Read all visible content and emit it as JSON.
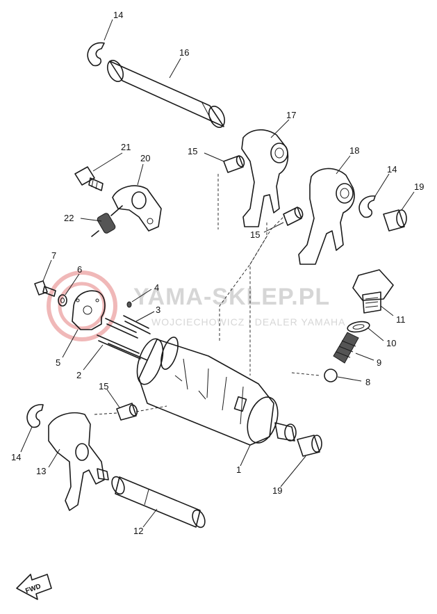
{
  "watermark": {
    "title": "YAMA-SKLEP.PL",
    "subtitle": "WOJCIECHOWICZ | DEALER YAMAHA",
    "color": "#f0b8b8"
  },
  "fwd_label": "FWD",
  "callouts": [
    {
      "id": "c14a",
      "label": "14"
    },
    {
      "id": "c16",
      "label": "16"
    },
    {
      "id": "c17",
      "label": "17"
    },
    {
      "id": "c21",
      "label": "21"
    },
    {
      "id": "c20",
      "label": "20"
    },
    {
      "id": "c15a",
      "label": "15"
    },
    {
      "id": "c18",
      "label": "18"
    },
    {
      "id": "c14b",
      "label": "14"
    },
    {
      "id": "c19a",
      "label": "19"
    },
    {
      "id": "c22",
      "label": "22"
    },
    {
      "id": "c15b",
      "label": "15"
    },
    {
      "id": "c7",
      "label": "7"
    },
    {
      "id": "c6",
      "label": "6"
    },
    {
      "id": "c4",
      "label": "4"
    },
    {
      "id": "c3",
      "label": "3"
    },
    {
      "id": "c11",
      "label": "11"
    },
    {
      "id": "c10",
      "label": "10"
    },
    {
      "id": "c5",
      "label": "5"
    },
    {
      "id": "c2",
      "label": "2"
    },
    {
      "id": "c9",
      "label": "9"
    },
    {
      "id": "c8",
      "label": "8"
    },
    {
      "id": "c15c",
      "label": "15"
    },
    {
      "id": "c14c",
      "label": "14"
    },
    {
      "id": "c13",
      "label": "13"
    },
    {
      "id": "c1",
      "label": "1"
    },
    {
      "id": "c19b",
      "label": "19"
    },
    {
      "id": "c12",
      "label": "12"
    }
  ]
}
